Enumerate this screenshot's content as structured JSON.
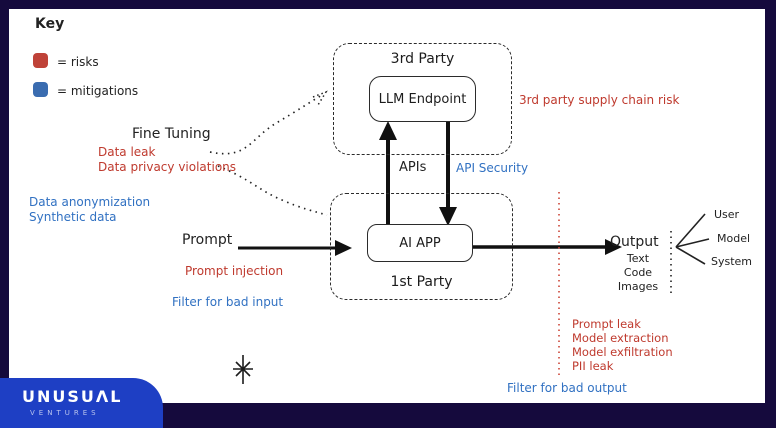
{
  "key": {
    "title": "Key",
    "risks": {
      "label": "= risks",
      "swatch_color": "#bf4238"
    },
    "mitigations": {
      "label": "= mitigations",
      "swatch_color": "#3a6cb0"
    }
  },
  "fine_tuning": {
    "label": "Fine Tuning",
    "risks": [
      "Data leak",
      "Data privacy violations"
    ],
    "mitigations": [
      "Data anonymization",
      "Synthetic data"
    ]
  },
  "prompt": {
    "label": "Prompt",
    "risk": "Prompt injection",
    "mitigation": "Filter for bad input"
  },
  "third_party": {
    "label": "3rd Party",
    "node": "LLM Endpoint",
    "risk": "3rd party supply chain risk"
  },
  "apis": {
    "label": "APIs",
    "mitigation": "API Security"
  },
  "first_party": {
    "label": "1st Party",
    "node": "AI APP"
  },
  "output": {
    "label": "Output",
    "formats": [
      "Text",
      "Code",
      "Images"
    ],
    "destinations": [
      "User",
      "Model",
      "System"
    ],
    "risks": [
      "Prompt leak",
      "Model extraction",
      "Model exfiltration",
      "PII leak"
    ],
    "mitigation": "Filter for bad output"
  },
  "logo": {
    "name": "UNUSUΛL",
    "sub": "VENTURES"
  },
  "colors": {
    "risk_text": "#bf3a2e",
    "mitigation_text": "#3171c2",
    "risk_swatch": "#bf4238",
    "mitigation_swatch": "#3a6cb0",
    "frame": "#150a3d",
    "logo_blue": "#1e3fc4",
    "ink": "#222222"
  }
}
